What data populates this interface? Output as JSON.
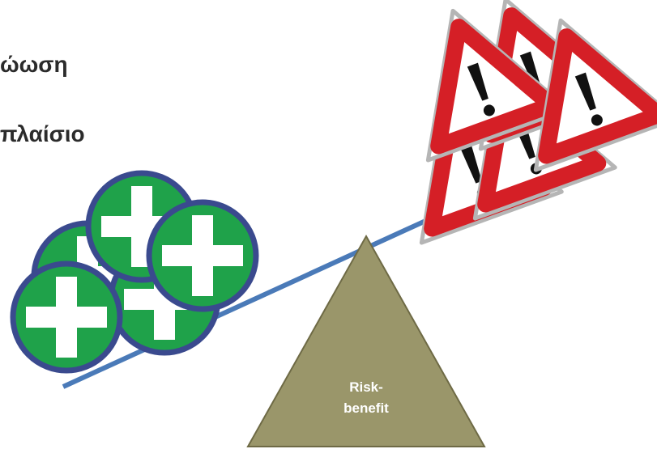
{
  "text_lines": {
    "line1": "ώωση",
    "line2": "πλαίσιο"
  },
  "fulcrum": {
    "label_line1": "Risk-",
    "label_line2": "benefit"
  },
  "benefits": {
    "icon": "green-cross-icon",
    "count": 5
  },
  "risks": {
    "icon": "warning-triangle-icon",
    "count": 5
  },
  "colors": {
    "lever": "#4a7ab8",
    "fulcrum": "#9a966a",
    "cross_fill": "#1fa24a",
    "cross_border": "#3a4a8e",
    "warning_red": "#d51f26"
  }
}
